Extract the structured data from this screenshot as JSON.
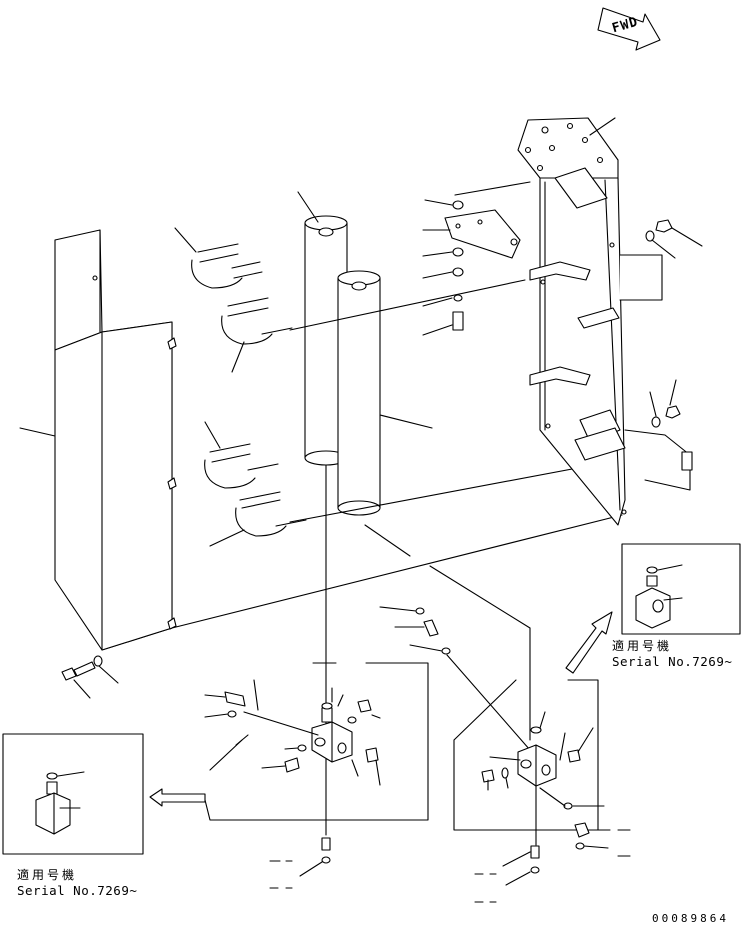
{
  "fwd_label": "FWD",
  "inset_left": {
    "applicable_label": "適用号機",
    "serial_label": "Serial No.7269~"
  },
  "inset_right": {
    "applicable_label": "適用号機",
    "serial_label": "Serial No.7269~"
  },
  "drawing_code": "00089864"
}
